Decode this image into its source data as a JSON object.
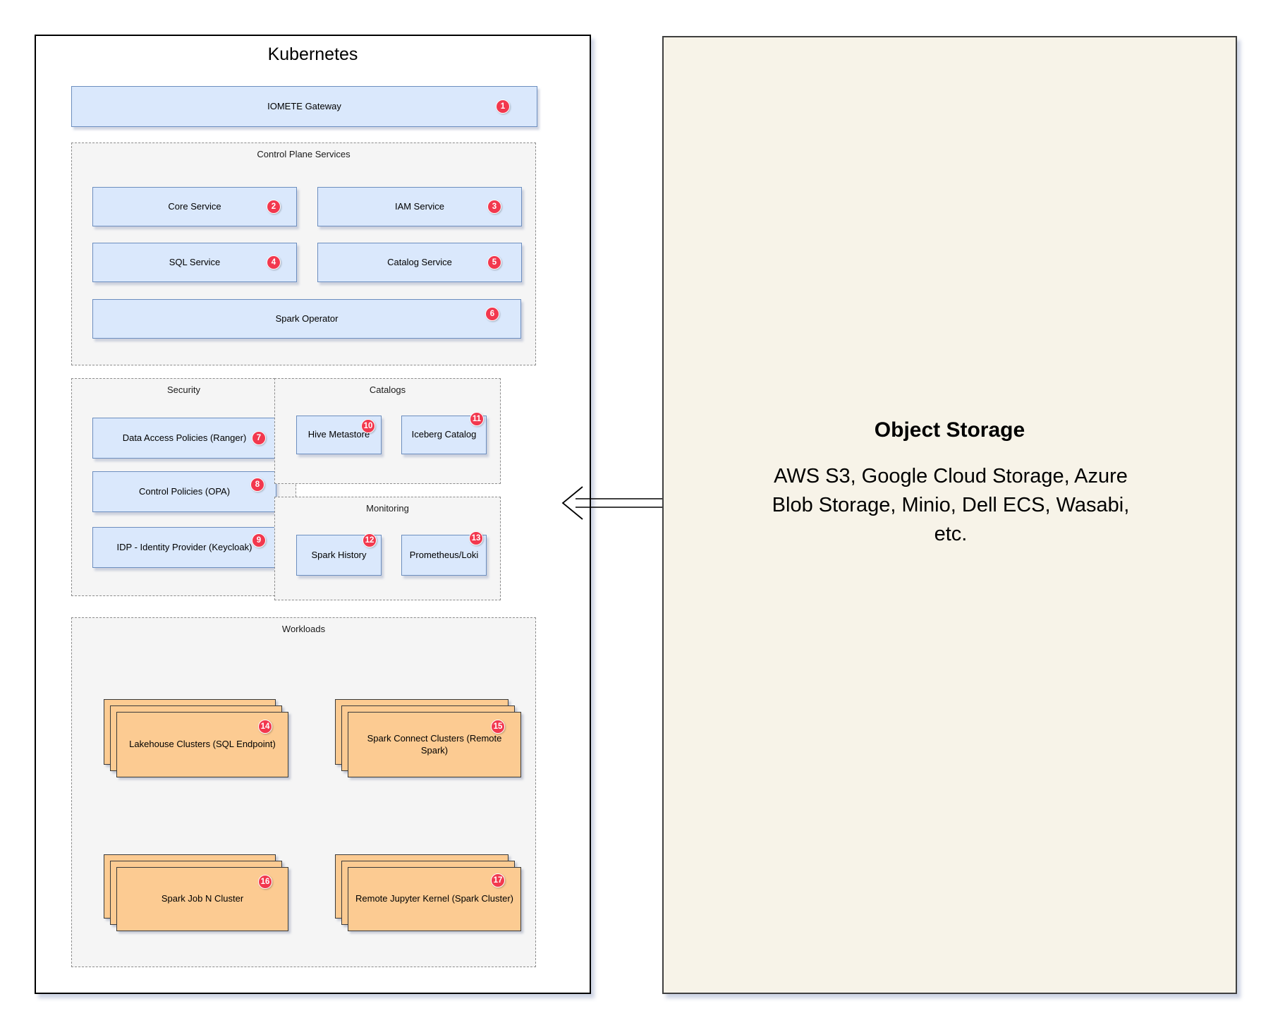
{
  "kubernetes_panel": {
    "title": "Kubernetes",
    "gateway": {
      "label": "IOMETE Gateway",
      "badge": "1"
    },
    "control_plane": {
      "title": "Control Plane Services",
      "services": [
        {
          "label": "Core Service",
          "badge": "2"
        },
        {
          "label": "IAM Service",
          "badge": "3"
        },
        {
          "label": "SQL Service",
          "badge": "4"
        },
        {
          "label": "Catalog Service",
          "badge": "5"
        },
        {
          "label": "Spark Operator",
          "badge": "6"
        }
      ]
    },
    "security": {
      "title": "Security",
      "items": [
        {
          "label": "Data Access Policies (Ranger)",
          "badge": "7"
        },
        {
          "label": "Control Policies (OPA)",
          "badge": "8"
        },
        {
          "label": "IDP - Identity Provider (Keycloak)",
          "badge": "9"
        }
      ]
    },
    "catalogs": {
      "title": "Catalogs",
      "items": [
        {
          "label": "Hive Metastore",
          "badge": "10"
        },
        {
          "label": "Iceberg Catalog",
          "badge": "11"
        }
      ]
    },
    "monitoring": {
      "title": "Monitoring",
      "items": [
        {
          "label": "Spark History",
          "badge": "12"
        },
        {
          "label": "Prometheus/Loki",
          "badge": "13"
        }
      ]
    },
    "workloads": {
      "title": "Workloads",
      "items": [
        {
          "label": "Lakehouse Clusters (SQL Endpoint)",
          "badge": "14"
        },
        {
          "label": "Spark Connect Clusters (Remote Spark)",
          "badge": "15"
        },
        {
          "label": "Spark Job N Cluster",
          "badge": "16"
        },
        {
          "label": "Remote Jupyter Kernel (Spark Cluster)",
          "badge": "17"
        }
      ]
    }
  },
  "object_storage": {
    "title": "Object Storage",
    "description": "AWS S3, Google Cloud Storage, Azure Blob Storage, Minio, Dell ECS, Wasabi, etc."
  },
  "connector": {
    "type": "bidirectional-arrow"
  },
  "colors": {
    "service_node_fill": "#DAE8FC",
    "service_node_stroke": "#6C8EBF",
    "workload_node_fill": "#FCCB92",
    "group_fill": "#F5F5F5",
    "badge_red": "#F2384E",
    "object_storage_fill": "#F7F3E8"
  }
}
